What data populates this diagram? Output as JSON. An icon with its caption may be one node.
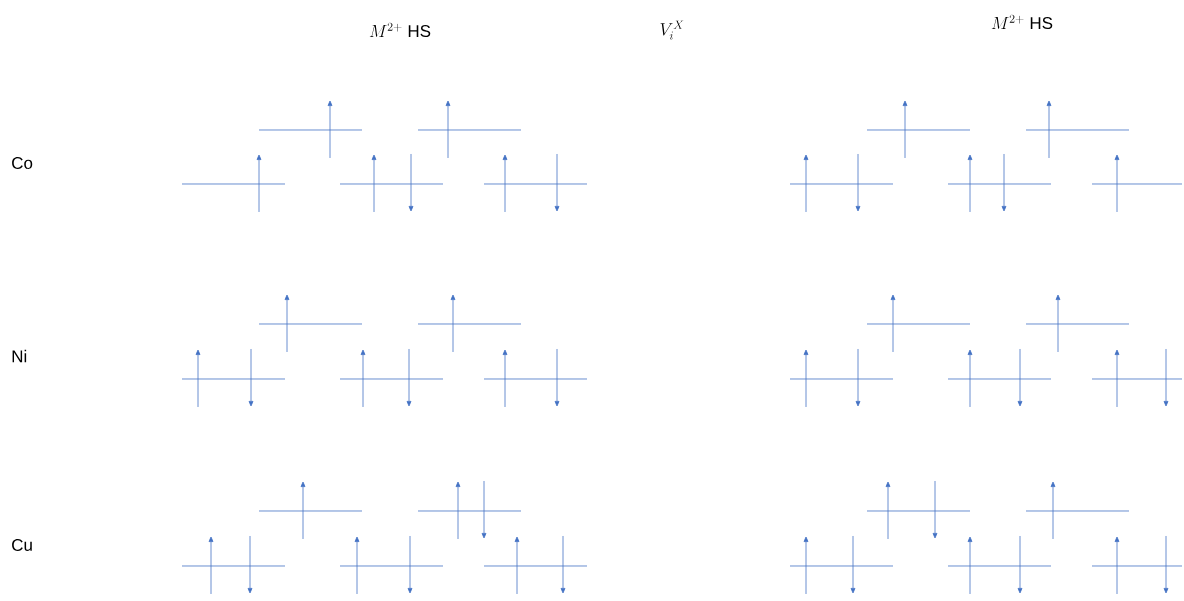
{
  "diagram": {
    "labels": [
      "M^{2+}\\ \\mathrm{HS}",
      "V_i^X",
      "M^{2+}\\ \\mathrm{HS}",
      "Co",
      "Ni",
      "Cu"
    ]
  }
}
